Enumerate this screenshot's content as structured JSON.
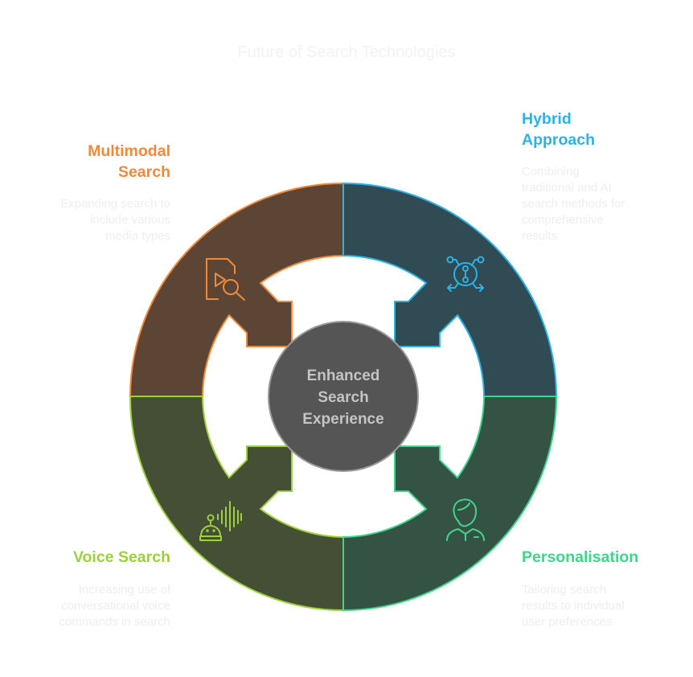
{
  "title": "Future of Search Technologies",
  "center": {
    "lines": [
      "Enhanced",
      "Search",
      "Experience"
    ],
    "fill": "#555555",
    "stroke": "#9a9a9a"
  },
  "segments": [
    {
      "id": "multimodal",
      "label_lines": [
        "Multimodal",
        "Search"
      ],
      "description_lines": [
        "Expanding search to",
        "include various",
        "media types"
      ],
      "color": "#f08a3a",
      "fill": "#5c4534",
      "icon": "media-search-icon"
    },
    {
      "id": "hybrid",
      "label_lines": [
        "Hybrid",
        "Approach"
      ],
      "description_lines": [
        "Combining",
        "traditional and AI",
        "search methods for",
        "comprehensive",
        "results"
      ],
      "color": "#2bb3e6",
      "fill": "#314b55",
      "icon": "network-hub-icon"
    },
    {
      "id": "voice",
      "label_lines": [
        "Voice Search"
      ],
      "description_lines": [
        "Increasing use of",
        "conversational voice",
        "commands in search"
      ],
      "color": "#9bd13a",
      "fill": "#454f35",
      "icon": "robot-voice-icon"
    },
    {
      "id": "personalisation",
      "label_lines": [
        "Personalisation"
      ],
      "description_lines": [
        "Tailoring search",
        "results to individual",
        "user preferences"
      ],
      "color": "#3ed68a",
      "fill": "#355345",
      "icon": "user-profile-icon"
    }
  ]
}
